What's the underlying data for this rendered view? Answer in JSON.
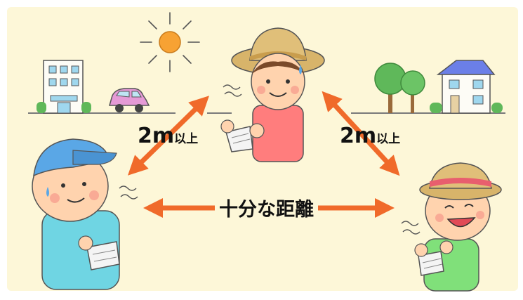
{
  "labels": {
    "left_distance_value": "2m",
    "left_distance_suffix": "以上",
    "right_distance_value": "2m",
    "right_distance_suffix": "以上",
    "center_text": "十分な距離"
  },
  "colors": {
    "background": "#fdf7d8",
    "ground_line": "#7a7a7a",
    "arrow": "#f06a2a",
    "sun": "#f7a233",
    "skin": "#ffd3ae",
    "blush": "#f7a08f",
    "blue_cap": "#5aa7e6",
    "cyan_shirt": "#6fd5e3",
    "pink_shirt": "#ff7d7d",
    "green_shirt": "#80e07a",
    "straw_hat": "#d8b46a",
    "hat_band": "#e85e6e",
    "tree": "#5fb85a",
    "car": "#e59ad6",
    "house_roof": "#6b7fe8"
  },
  "icons": [
    "sun-icon",
    "building-icon",
    "car-icon",
    "tree-icon",
    "house-icon",
    "mask-icon",
    "arrow-icon"
  ]
}
